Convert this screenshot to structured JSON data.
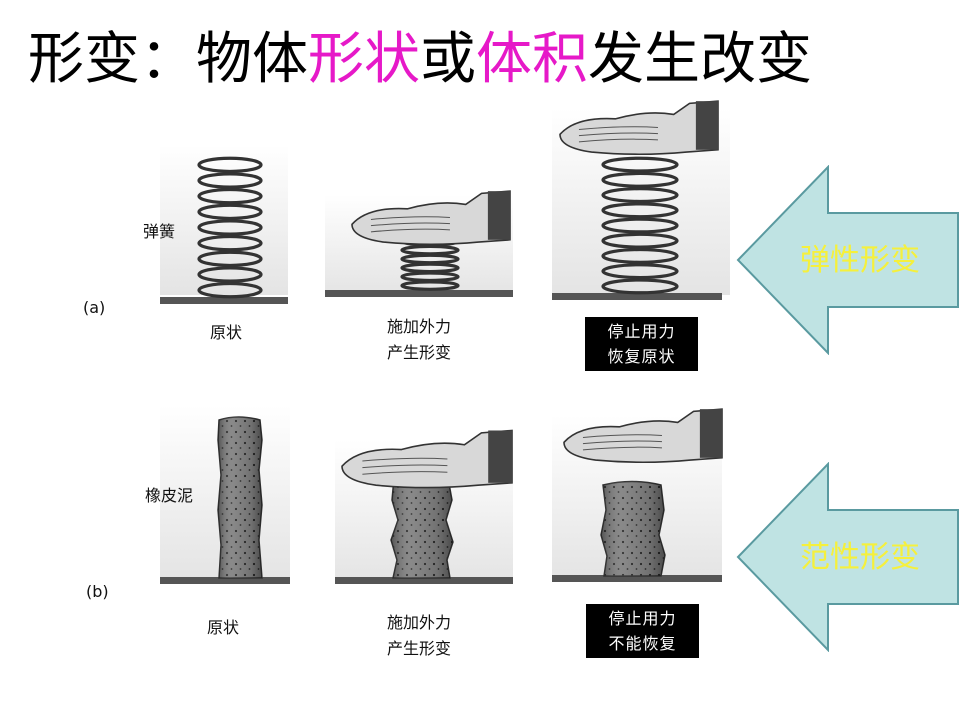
{
  "title": {
    "part1": "形变：物体",
    "hl1": "形状",
    "part2": "或",
    "hl2": "体积",
    "part3": "发生改变"
  },
  "row_a": {
    "tag": "(a)",
    "object_label": "弹簧",
    "panels": [
      {
        "caption_lines": [
          "原状"
        ]
      },
      {
        "caption_lines": [
          "施加外力",
          "产生形变"
        ]
      },
      {
        "caption_lines": [
          "停止用力",
          "恢复原状"
        ]
      }
    ],
    "arrow_label": "弹性形变"
  },
  "row_b": {
    "tag": "(b)",
    "object_label": "橡皮泥",
    "panels": [
      {
        "caption_lines": [
          "原状"
        ]
      },
      {
        "caption_lines": [
          "施加外力",
          "产生形变"
        ]
      },
      {
        "caption_lines": [
          "停止用力",
          "不能恢复"
        ]
      }
    ],
    "arrow_label": "范性形变"
  },
  "colors": {
    "title_text": "#000000",
    "title_highlight": "#e619c8",
    "arrow_fill": "#bfe3e3",
    "arrow_stroke": "#5a9aa0",
    "arrow_text": "#f5f03c",
    "caption_box": "#000000",
    "caption_box_text": "#ffffff"
  },
  "icons": [
    "spring-icon",
    "hand-icon",
    "clay-cylinder-icon",
    "left-arrow-icon"
  ]
}
